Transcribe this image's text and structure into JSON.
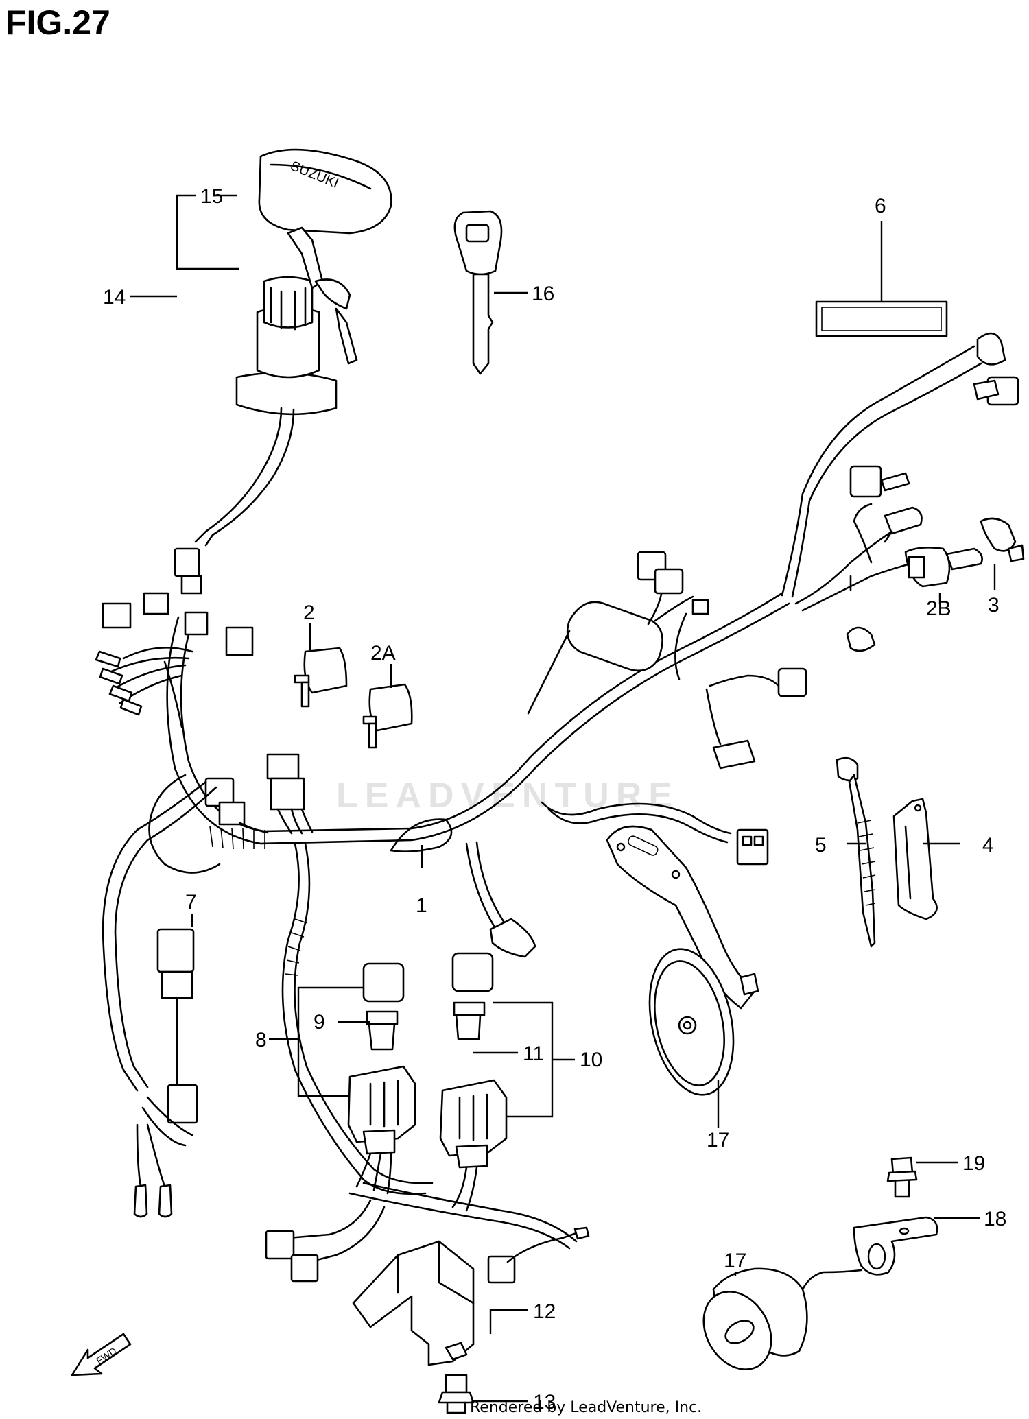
{
  "figure": {
    "title": "FIG.27"
  },
  "part_labels": {
    "p1": "1",
    "p2": "2",
    "p2a": "2A",
    "p2b": "2B",
    "p3": "3",
    "p4": "4",
    "p5": "5",
    "p6": "6",
    "p7": "7",
    "p8": "8",
    "p9": "9",
    "p10": "10",
    "p11": "11",
    "p12": "12",
    "p13": "13",
    "p14": "14",
    "p15": "15",
    "p16": "16",
    "p17a": "17",
    "p17b": "17",
    "p18": "18",
    "p19": "19"
  },
  "ignition_cap_brand": "SUZUKI",
  "fwd_label": "FWD",
  "watermark": "LEADVENTURE",
  "footer": {
    "credit": "Rendered by LeadVenture, Inc."
  }
}
